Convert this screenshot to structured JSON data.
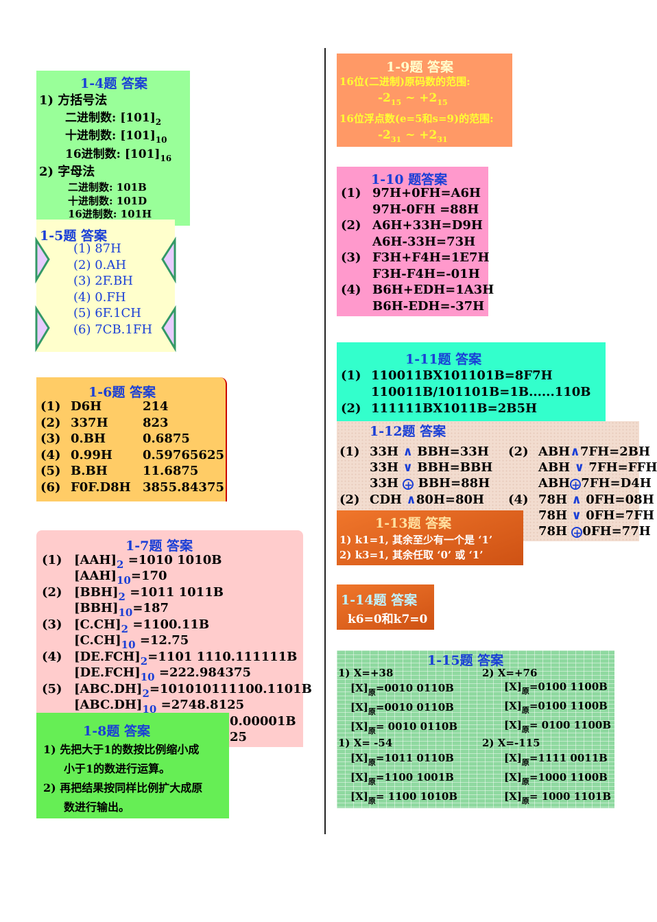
{
  "b14": {
    "title": "1-4题 答案",
    "l1": "1) 方括号法",
    "l2": "二进制数: [101]",
    "l2s": "2",
    "l3": "十进制数: [101]",
    "l3s": "10",
    "l4": "16进制数: [101]",
    "l4s": "16",
    "l5": "2) 字母法",
    "l6": "二进制数: 101B",
    "l7": "十进制数: 101D",
    "l8": "16进制数: 101H"
  },
  "b15": {
    "title": "1-5题 答案",
    "items": [
      "(1) 87H",
      "(2) 0.AH",
      "(3) 2F.BH",
      "(4) 0.FH",
      "(5) 6F.1CH",
      "(6) 7CB.1FH"
    ]
  },
  "b16": {
    "title": "1-6题 答案",
    "rows": [
      [
        "(1)",
        "D6H",
        "214"
      ],
      [
        "(2)",
        "337H",
        "823"
      ],
      [
        "(3)",
        "0.BH",
        "0.6875"
      ],
      [
        "(4)",
        "0.99H",
        "0.59765625"
      ],
      [
        "(5)",
        "B.BH",
        "11.6875"
      ],
      [
        "(6)",
        "F0F.D8H",
        "3855.84375"
      ]
    ]
  },
  "b17": {
    "title": "1-7题 答案",
    "n1": "(1)",
    "n2": "(2)",
    "n3": "(3)",
    "n4": "(4)",
    "n5": "(5)",
    "a1": "[AAH]",
    "a1r": "=1010 1010B",
    "a2": "[AAH]",
    "a2r": "=170",
    "b1": "[BBH]",
    "b1r": "=1011 1011B",
    "b2": "[BBH]",
    "b2r": "=187",
    "c1": "[C.CH]",
    "c1r": "=1100.11B",
    "c2": "[C.CH]",
    "c2r": "=12.75",
    "d1": "[DE.FCH]",
    "d1r": "=1101 1110.111111B",
    "d2": "[DE.FCH]",
    "d2r": "=222.984375",
    "e1": "[ABC.DH]",
    "e1r": "=101010111100.1101B",
    "e2": "[ABC.DH]",
    "e2r": "=2748.8125",
    "s2": "2",
    "s10": "10",
    "frag1": "0.00001B",
    "frag2": "25"
  },
  "b18": {
    "title": "1-8题 答案",
    "l1": "1) 先把大于1的数按比例缩小成",
    "l2": "小于1的数进行运算。",
    "l3": "2) 再把结果按同样比例扩大成原",
    "l4": "数进行输出。"
  },
  "b19": {
    "title": "1-9题 答案",
    "l1": "16位(二进制)原码数的范围:",
    "l2a": "-2",
    "l2e": "15",
    "l2b": " ~ +2",
    "l2f": "15",
    "l3": "16位浮点数(e=5和s=9)的范围:",
    "l4a": "-2",
    "l4e": "31",
    "l4b": " ~ +2",
    "l4f": "31"
  },
  "b110": {
    "title": "1-10 题答案",
    "lines": [
      [
        "(1)",
        "97H+0FH=A6H"
      ],
      [
        "",
        "97H-0FH =88H"
      ],
      [
        "(2)",
        "A6H+33H=D9H"
      ],
      [
        "",
        "A6H-33H=73H"
      ],
      [
        "(3)",
        "F3H+F4H=1E7H"
      ],
      [
        "",
        "F3H-F4H=-01H"
      ],
      [
        "(4)",
        "B6H+EDH=1A3H"
      ],
      [
        "",
        "B6H-EDH=-37H"
      ]
    ]
  },
  "b111": {
    "title": "1-11题 答案",
    "l1n": "(1)",
    "l1": "110011BX101101B=8F7H",
    "l2": "110011B/101101B=1B......110B",
    "l3n": "(2)",
    "l3": "111111BX1011B=2B5H"
  },
  "b112": {
    "title": "1-12题 答案",
    "r1n": "(1)",
    "r1a": "33H",
    "r1b": "BBH=33H",
    "r2a": "33H",
    "r2b": "BBH=BBH",
    "r3a": "33H",
    "r3b": "BBH=88H",
    "r4n": "(2)",
    "r4a": "CDH",
    "r4b": "80H=80H",
    "c1n": "(2)",
    "c1a": "ABH",
    "c1b": "7FH=2BH",
    "c2a": "ABH",
    "c2b": "7FH=FFH",
    "c3a": "ABH",
    "c3b": "7FH=D4H",
    "c4n": "(4)",
    "c4a": "78H",
    "c4b": "0FH=08H",
    "c5a": "78H",
    "c5b": "0FH=7FH",
    "c6a": "78H",
    "c6b": "0FH=77H",
    "and": "∧",
    "or": "∨",
    "xor": "+"
  },
  "b113": {
    "title": "1-13题 答案",
    "l1": "1) k1=1, 其余至少有一个是 ‘1’",
    "l2": "2) k3=1, 其余任取 ‘0’ 或 ‘1’"
  },
  "b114": {
    "title": "1-14题 答案",
    "l1": "k6=0和k7=0"
  },
  "b115": {
    "title": "1-15题 答案",
    "h1": "1) X=+38",
    "h2": "2) X=+76",
    "h3": "1) X= -54",
    "h4": "2) X=-115",
    "x": "[X]",
    "yuan": "原",
    "v1": "=0010 0110B",
    "v2": "=0010 0110B",
    "v3": "= 0010 0110B",
    "w1": "=0100 1100B",
    "w2": "=0100 1100B",
    "w3": "= 0100 1100B",
    "p1": "=1011 0110B",
    "p2": "=1100 1001B",
    "p3": "= 1100 1010B",
    "q1": "=1111 0011B",
    "q2": "=1000 1100B",
    "q3": "= 1000 1101B"
  },
  "colors": {
    "b14": "#99ff99",
    "b15": "#ffffcc",
    "b16": "#ffcc66",
    "b17": "#ffcccc",
    "b18": "#66ee55",
    "b19": "#ff9966",
    "b110": "#ff99cc",
    "b111": "#33ffcc",
    "b112": "#f2dccf",
    "b113": "#e0601a",
    "b114": "#e0601a",
    "b115": "#8fd9a0"
  }
}
